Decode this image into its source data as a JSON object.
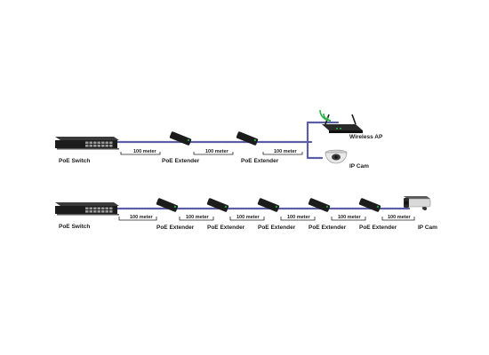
{
  "diagram": {
    "top_row": {
      "switch_label": "PoE Switch",
      "distances": [
        "100 meter",
        "100 meter",
        "100 meter"
      ],
      "extenders": [
        "PoE Extender",
        "PoE Extender"
      ],
      "endpoints": [
        "Wireless AP",
        "IP Cam"
      ]
    },
    "bottom_row": {
      "switch_label": "PoE Switch",
      "distances": [
        "100 meter",
        "100 meter",
        "100 meter",
        "100 meter",
        "100 meter",
        "100 meter"
      ],
      "extenders": [
        "PoE Extender",
        "PoE Extender",
        "PoE Extender",
        "PoE Extender",
        "PoE Extender"
      ],
      "endpoint": "IP Cam"
    },
    "colors": {
      "device": "#1c1c1c",
      "cable": "#5b5ea6",
      "cable_highlight": "#c9cbe8",
      "bracket": "#222222",
      "led": "#2fae4a"
    }
  }
}
